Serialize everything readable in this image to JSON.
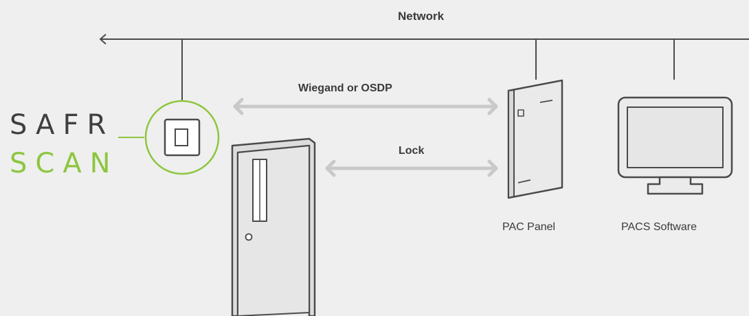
{
  "network": {
    "label": "Network"
  },
  "links": {
    "wiegand_label": "Wiegand or OSDP",
    "lock_label": "Lock"
  },
  "devices": {
    "pac_panel_label": "PAC Panel",
    "pacs_software_label": "PACS Software"
  },
  "logo": {
    "line1": "SAFR",
    "line2": "SCAN",
    "line1_color": "#3f3f3f",
    "line2_color": "#8dc63f"
  },
  "colors": {
    "background": "#efefef",
    "line": "#4a4a4a",
    "arrow": "#c9c9c9",
    "accent": "#8dc63f",
    "device_fill": "#ebebeb",
    "door_fill": "#e4e4e4"
  }
}
